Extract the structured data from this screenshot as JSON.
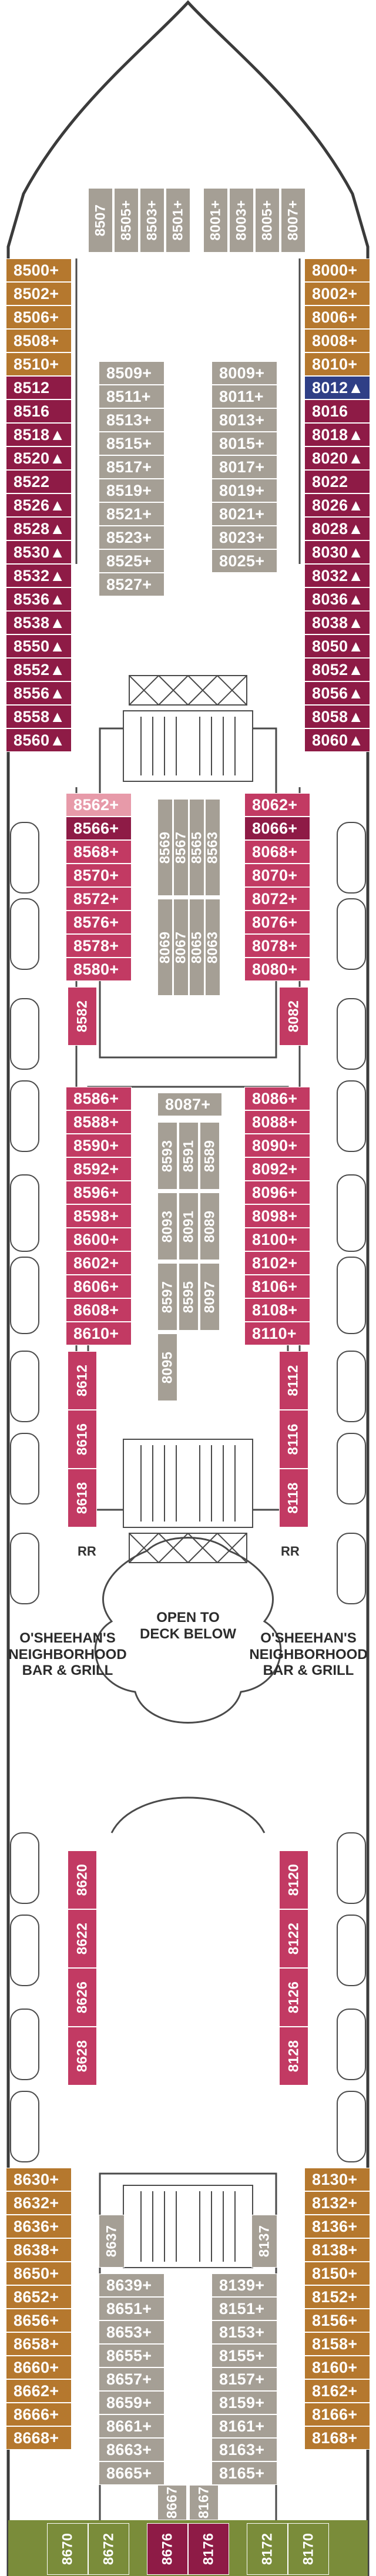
{
  "title": "",
  "colors": {
    "suite_brown": "#b5782e",
    "balcony_maroon": "#8e1b46",
    "interior_gray": "#a59f95",
    "oceanview_pink": "#c23a63",
    "highlight_blue": "#2f3f86",
    "light_pink": "#e79aa9",
    "hull_outline": "#3b3b3b",
    "deck_fill": "#ffffff",
    "stern_green": "#7a8c3a"
  },
  "labels": {
    "open_to_deck": "OPEN TO\nDECK BELOW",
    "osheehans_left": "O'SHEEHAN'S\nNEIGHBORHOOD\nBAR & GRILL",
    "osheehans_right": "O'SHEEHAN'S\nNEIGHBORHOOD\nBAR & GRILL",
    "rr": "RR"
  },
  "cabin_groups": {
    "top_vertical": [
      "8507",
      "8505+",
      "8503+",
      "8501+",
      "8001+",
      "8003+",
      "8005+",
      "8007+"
    ],
    "fwd_left_suites": [
      "8500+",
      "8502+",
      "8506+",
      "8508+",
      "8510+"
    ],
    "fwd_right_suites": [
      "8000+",
      "8002+",
      "8006+",
      "8008+",
      "8010+"
    ],
    "fwd_left_balcony": [
      "8512",
      "8516",
      "8518▲",
      "8520▲",
      "8522",
      "8526▲",
      "8528▲",
      "8530▲",
      "8532▲",
      "8536▲",
      "8538▲",
      "8550▲",
      "8552▲",
      "8556▲",
      "8558▲",
      "8560▲"
    ],
    "fwd_right_balcony": [
      "8012▲",
      "8016",
      "8018▲",
      "8020▲",
      "8022",
      "8026▲",
      "8028▲",
      "8030▲",
      "8032▲",
      "8036▲",
      "8038▲",
      "8050▲",
      "8052▲",
      "8056▲",
      "8058▲",
      "8060▲"
    ],
    "fwd_center_left_interior": [
      "8509+",
      "8511+",
      "8513+",
      "8515+",
      "8517+",
      "8519+",
      "8521+",
      "8523+",
      "8525+",
      "8527+"
    ],
    "fwd_center_right_interior": [
      "8009+",
      "8011+",
      "8013+",
      "8015+",
      "8017+",
      "8019+",
      "8021+",
      "8023+",
      "8025+"
    ],
    "mid1_left": [
      "8562+",
      "8566+",
      "8568+",
      "8570+",
      "8572+",
      "8576+",
      "8578+",
      "8580+"
    ],
    "mid1_right": [
      "8062+",
      "8066+",
      "8068+",
      "8070+",
      "8072+",
      "8076+",
      "8078+",
      "8080+"
    ],
    "mid1_center_vertical": [
      "8569",
      "8567",
      "8565",
      "8563",
      "8069",
      "8067",
      "8065",
      "8063"
    ],
    "mid1_small_left": [
      "8582"
    ],
    "mid1_small_right": [
      "8082"
    ],
    "mid2_left": [
      "8586+",
      "8588+",
      "8590+",
      "8592+",
      "8596+",
      "8598+",
      "8600+",
      "8602+",
      "8606+",
      "8608+",
      "8610+"
    ],
    "mid2_right": [
      "8086+",
      "8088+",
      "8090+",
      "8092+",
      "8096+",
      "8098+",
      "8100+",
      "8102+",
      "8106+",
      "8108+",
      "8110+"
    ],
    "mid2_center_top": [
      "8087+"
    ],
    "mid2_center_vertical": [
      "8593",
      "8591",
      "8589",
      "8093",
      "8091",
      "8089",
      "8597",
      "8595",
      "8097",
      "8095"
    ],
    "mid2_small_left": [
      "8612",
      "8616",
      "8618"
    ],
    "mid2_small_right": [
      "8112",
      "8116",
      "8118"
    ],
    "aft1_small_left": [
      "8620",
      "8622",
      "8626",
      "8628"
    ],
    "aft1_small_right": [
      "8120",
      "8122",
      "8126",
      "8128"
    ],
    "aft_left_suites": [
      "8630+",
      "8632+",
      "8636+",
      "8638+",
      "8650+",
      "8652+",
      "8656+",
      "8658+",
      "8660+",
      "8662+",
      "8666+",
      "8668+"
    ],
    "aft_right_suites": [
      "8130+",
      "8132+",
      "8136+",
      "8138+",
      "8150+",
      "8152+",
      "8156+",
      "8158+",
      "8160+",
      "8162+",
      "8166+",
      "8168+"
    ],
    "aft_center_left_interior": [
      "8639+",
      "8651+",
      "8653+",
      "8655+",
      "8657+",
      "8659+",
      "8661+",
      "8663+",
      "8665+"
    ],
    "aft_center_right_interior": [
      "8139+",
      "8151+",
      "8153+",
      "8155+",
      "8157+",
      "8159+",
      "8161+",
      "8163+",
      "8165+"
    ],
    "aft_small_vertical": [
      "8637",
      "8137",
      "8667",
      "8167"
    ],
    "stern": [
      "8670",
      "8672",
      "8676",
      "8176",
      "8172",
      "8170"
    ]
  }
}
